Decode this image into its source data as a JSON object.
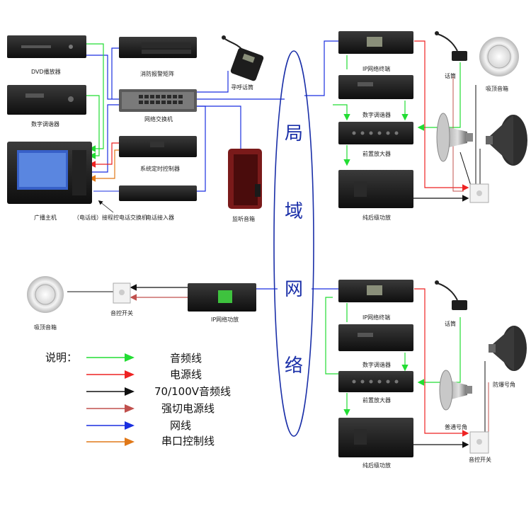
{
  "network_label": [
    "局",
    "域",
    "网",
    "络"
  ],
  "labels": {
    "dvd": "DVD播放器",
    "fire": "消防报警矩阵",
    "paging": "寻呼话筒",
    "tuner_left": "数字调谐器",
    "switch": "网络交换机",
    "timer": "系统定时控制器",
    "host": "广播主机",
    "phone_note": "（电话线）接程控电话交换机",
    "phone": "电话接入器",
    "monitor": "监听音箱",
    "ip_terminal_top": "IP网络终端",
    "tuner_top": "数字调谐器",
    "preamp_top": "前置放大器",
    "poweramp_top": "纯后级功放",
    "mic_top": "话筒",
    "ceiling_top": "吸顶音箱",
    "ceiling_left": "吸顶音箱",
    "volume_left": "音控开关",
    "ip_amp": "IP网络功放",
    "ip_terminal_bottom": "IP网络终端",
    "mic_bottom": "话筒",
    "tuner_bottom": "数字调谐器",
    "preamp_bottom": "前置放大器",
    "explosion_horn": "防爆号角",
    "normal_horn": "普通号角",
    "volume_bottom": "音控开关",
    "poweramp_bottom": "纯后级功放"
  },
  "legend": {
    "title": "说明：",
    "items": [
      {
        "text": "音频线",
        "color": "#22dd33"
      },
      {
        "text": "电源线",
        "color": "#ee2222"
      },
      {
        "text": "70/100V音频线",
        "color": "#111111"
      },
      {
        "text": "强切电源线",
        "color": "#c0504d"
      },
      {
        "text": "网线",
        "color": "#1a2fe0"
      },
      {
        "text": "串口控制线",
        "color": "#e07818"
      }
    ]
  },
  "colors": {
    "audio": "#22dd33",
    "power": "#ee2222",
    "speaker": "#111111",
    "forced_power": "#c0504d",
    "network": "#1a2fe0",
    "serial": "#e07818",
    "network_ellipse": "#1a2fa8"
  }
}
